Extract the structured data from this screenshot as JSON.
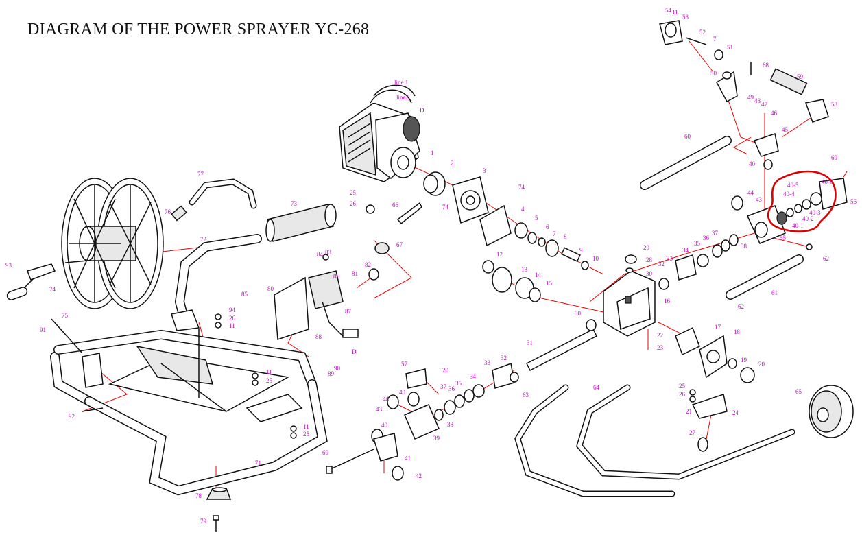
{
  "title": "DIAGRAM OF THE POWER SPRAYER  YC-268",
  "colors": {
    "callout": "#cc00cc",
    "leader": "#ee0000",
    "highlight": "#dd0000",
    "ink": "#111111"
  },
  "callouts": [
    {
      "text": "54"
    },
    {
      "text": "11"
    },
    {
      "text": "53"
    },
    {
      "text": "52"
    },
    {
      "text": "7"
    },
    {
      "text": "51"
    },
    {
      "text": "68"
    },
    {
      "text": "50"
    },
    {
      "text": "49"
    },
    {
      "text": "48"
    },
    {
      "text": "47"
    },
    {
      "text": "46"
    },
    {
      "text": "59"
    },
    {
      "text": "58"
    },
    {
      "text": "45"
    },
    {
      "text": "60"
    },
    {
      "text": "40"
    },
    {
      "text": "69"
    },
    {
      "text": "40-6"
    },
    {
      "text": "40-5"
    },
    {
      "text": "40-4"
    },
    {
      "text": "40-3"
    },
    {
      "text": "40-2"
    },
    {
      "text": "40-1"
    },
    {
      "text": "56"
    },
    {
      "text": "44"
    },
    {
      "text": "43"
    },
    {
      "text": "55"
    },
    {
      "text": "37"
    },
    {
      "text": "36"
    },
    {
      "text": "35"
    },
    {
      "text": "34"
    },
    {
      "text": "38"
    },
    {
      "text": "62"
    },
    {
      "text": "61"
    },
    {
      "text": "62"
    },
    {
      "text": "29"
    },
    {
      "text": "28"
    },
    {
      "text": "32"
    },
    {
      "text": "33"
    },
    {
      "text": "30"
    },
    {
      "text": "16"
    },
    {
      "text": "17"
    },
    {
      "text": "18"
    },
    {
      "text": "19"
    },
    {
      "text": "20"
    },
    {
      "text": "22"
    },
    {
      "text": "23"
    },
    {
      "text": "30"
    },
    {
      "text": "31"
    },
    {
      "text": "25"
    },
    {
      "text": "26"
    },
    {
      "text": "21"
    },
    {
      "text": "24"
    },
    {
      "text": "27"
    },
    {
      "text": "65"
    },
    {
      "text": "64"
    },
    {
      "text": "63"
    },
    {
      "text": "line 1"
    },
    {
      "text": "line2"
    },
    {
      "text": "D"
    },
    {
      "text": "1"
    },
    {
      "text": "2"
    },
    {
      "text": "3"
    },
    {
      "text": "74"
    },
    {
      "text": "74"
    },
    {
      "text": "4"
    },
    {
      "text": "5"
    },
    {
      "text": "6"
    },
    {
      "text": "7"
    },
    {
      "text": "8"
    },
    {
      "text": "9"
    },
    {
      "text": "10"
    },
    {
      "text": "12"
    },
    {
      "text": "13"
    },
    {
      "text": "14"
    },
    {
      "text": "15"
    },
    {
      "text": "25"
    },
    {
      "text": "26"
    },
    {
      "text": "66"
    },
    {
      "text": "67"
    },
    {
      "text": "82"
    },
    {
      "text": "81"
    },
    {
      "text": "84"
    },
    {
      "text": "83"
    },
    {
      "text": "86"
    },
    {
      "text": "80"
    },
    {
      "text": "85"
    },
    {
      "text": "87"
    },
    {
      "text": "88"
    },
    {
      "text": "D"
    },
    {
      "text": "90"
    },
    {
      "text": "89"
    },
    {
      "text": "77"
    },
    {
      "text": "76"
    },
    {
      "text": "73"
    },
    {
      "text": "72"
    },
    {
      "text": "93"
    },
    {
      "text": "74"
    },
    {
      "text": "75"
    },
    {
      "text": "94"
    },
    {
      "text": "26"
    },
    {
      "text": "11"
    },
    {
      "text": "91"
    },
    {
      "text": "92"
    },
    {
      "text": "11"
    },
    {
      "text": "25"
    },
    {
      "text": "11"
    },
    {
      "text": "25"
    },
    {
      "text": "71"
    },
    {
      "text": "78"
    },
    {
      "text": "79"
    },
    {
      "text": "57"
    },
    {
      "text": "20"
    },
    {
      "text": "44"
    },
    {
      "text": "40"
    },
    {
      "text": "43"
    },
    {
      "text": "37"
    },
    {
      "text": "36"
    },
    {
      "text": "35"
    },
    {
      "text": "34"
    },
    {
      "text": "33"
    },
    {
      "text": "32"
    },
    {
      "text": "38"
    },
    {
      "text": "39"
    },
    {
      "text": "40"
    },
    {
      "text": "41"
    },
    {
      "text": "69"
    },
    {
      "text": "42"
    }
  ]
}
